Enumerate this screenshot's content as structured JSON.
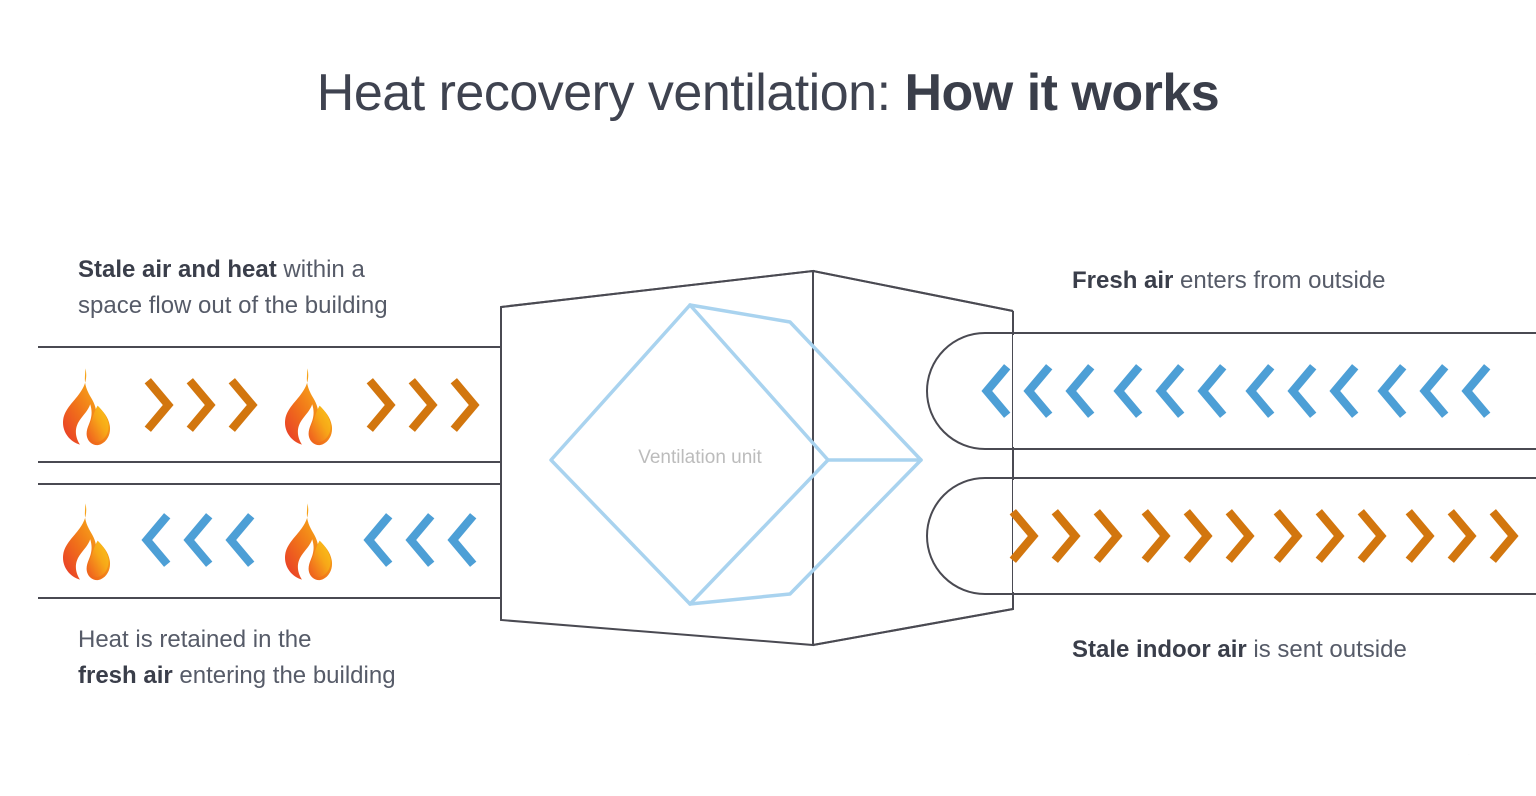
{
  "page": {
    "title_light": "Heat recovery ventilation: ",
    "title_bold": "How it works",
    "background_color": "#ffffff",
    "card_color": "#ffffff"
  },
  "diagram": {
    "unit_label": "Ventilation unit",
    "colors": {
      "chevron_warm": "#d2760e",
      "chevron_cool": "#4d9fd6",
      "duct_stroke": "#4a4a52",
      "core_stroke": "#a9d3ef",
      "flame_hot": "#e8352b",
      "flame_mid": "#f07d14",
      "flame_warm": "#f6a81c",
      "flame_yellow": "#f9c013",
      "text_dark": "#3a3e4a",
      "text_body": "#565b68",
      "label_gray": "#bcbcbc"
    },
    "ducts": [
      {
        "id": "duct-left-upper",
        "side": "left",
        "flow_direction": "outward",
        "chevron_color": "#d2760e",
        "chevron_glyph": "›",
        "flame_count": 2,
        "chevron_groups": 2,
        "chevrons_per_group": 3
      },
      {
        "id": "duct-left-lower",
        "side": "left",
        "flow_direction": "inward",
        "chevron_color": "#4d9fd6",
        "chevron_glyph": "‹",
        "flame_count": 2,
        "chevron_groups": 2,
        "chevrons_per_group": 3
      },
      {
        "id": "duct-right-upper",
        "side": "right",
        "flow_direction": "inward",
        "chevron_color": "#4d9fd6",
        "chevron_glyph": "‹",
        "flame_count": 0,
        "chevron_groups": 4,
        "chevrons_per_group": 3
      },
      {
        "id": "duct-right-lower",
        "side": "right",
        "flow_direction": "outward",
        "chevron_color": "#d2760e",
        "chevron_glyph": "›",
        "flame_count": 0,
        "chevron_groups": 4,
        "chevrons_per_group": 3
      }
    ]
  },
  "captions": {
    "top_left": {
      "bold": "Stale air and heat",
      "rest": " within a\nspace flow out of the building"
    },
    "bottom_left": {
      "lead": "Heat is retained in the\n",
      "bold": "fresh air",
      "rest": " entering the building"
    },
    "top_right": {
      "bold": "Fresh air",
      "rest": " enters from outside"
    },
    "bottom_right": {
      "bold": "Stale indoor air",
      "rest": " is sent outside"
    }
  }
}
